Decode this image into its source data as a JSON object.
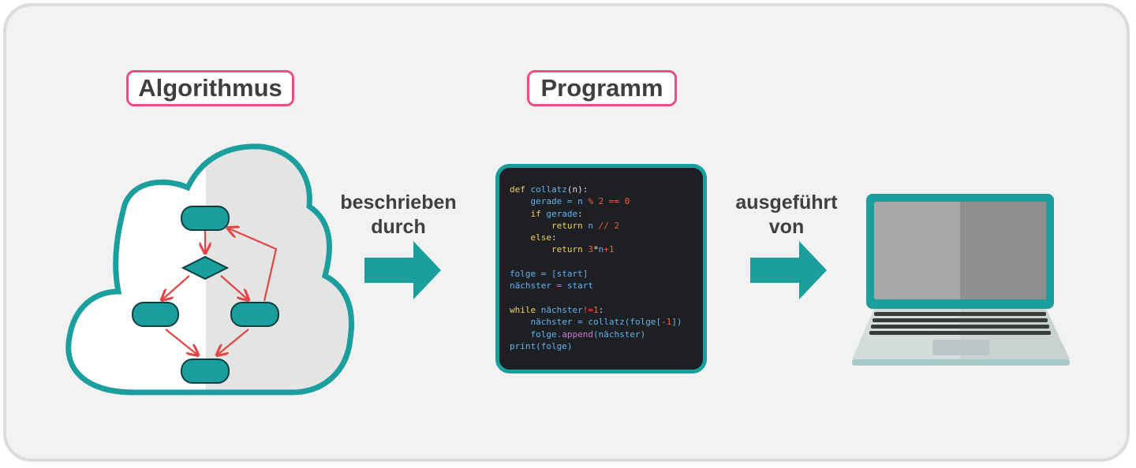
{
  "labels": {
    "algorithm": "Algorithmus",
    "program": "Programm",
    "described_by_1": "beschrieben",
    "described_by_2": "durch",
    "executed_by_1": "ausgeführt",
    "executed_by_2": "von"
  },
  "colors": {
    "teal": "#1a9e9e",
    "teal_dark": "#127777",
    "pink": "#e8507f",
    "arrow_red": "#e04646",
    "code_bg": "#1e1f23"
  },
  "code": [
    [
      [
        "def ",
        "kw"
      ],
      [
        "collatz",
        "fn"
      ],
      [
        "(n):",
        "plain"
      ]
    ],
    [
      [
        "    gerade = n ",
        "var"
      ],
      [
        "% 2 == 0",
        "num"
      ]
    ],
    [
      [
        "    if ",
        "kw"
      ],
      [
        "gerade",
        "var"
      ],
      [
        ":",
        "plain"
      ]
    ],
    [
      [
        "        return ",
        "kw"
      ],
      [
        "n ",
        "var"
      ],
      [
        "// 2",
        "num"
      ]
    ],
    [
      [
        "    else",
        "kw"
      ],
      [
        ":",
        "plain"
      ]
    ],
    [
      [
        "        return ",
        "kw"
      ],
      [
        "3",
        "num"
      ],
      [
        "*",
        "op"
      ],
      [
        "n",
        "var"
      ],
      [
        "+1",
        "num"
      ]
    ],
    [
      [
        "",
        "plain"
      ]
    ],
    [
      [
        "folge = [start]",
        "var"
      ]
    ],
    [
      [
        "nächster = start",
        "var"
      ]
    ],
    [
      [
        "",
        "plain"
      ]
    ],
    [
      [
        "while ",
        "kw"
      ],
      [
        "nächster",
        "var"
      ],
      [
        "!=1",
        "num"
      ],
      [
        ":",
        "plain"
      ]
    ],
    [
      [
        "    nächster = ",
        "var"
      ],
      [
        "collatz",
        "fn"
      ],
      [
        "(folge[",
        "var"
      ],
      [
        "-1",
        "num"
      ],
      [
        "])",
        "var"
      ]
    ],
    [
      [
        "    folge",
        "var"
      ],
      [
        ".append",
        "method"
      ],
      [
        "(nächster)",
        "var"
      ]
    ],
    [
      [
        "print",
        "fn"
      ],
      [
        "(folge)",
        "var"
      ]
    ]
  ],
  "code_colors": {
    "kw": "#f0d060",
    "fn": "#5fb4ee",
    "var": "#5fb4ee",
    "num": "#f06040",
    "op": "#e0e0e0",
    "plain": "#e0e0e0",
    "method": "#c77dd8"
  }
}
